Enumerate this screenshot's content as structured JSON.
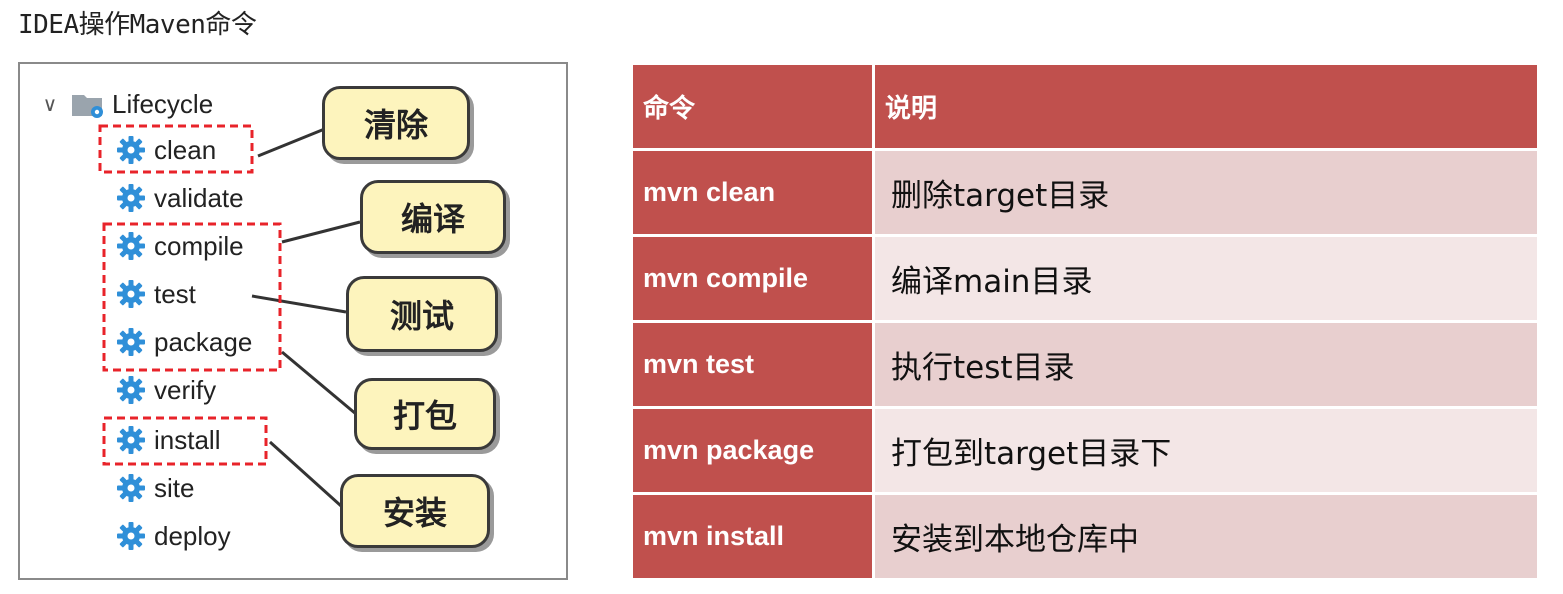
{
  "heading": "IDEA操作Maven命令",
  "lifecycle": {
    "root_label": "Lifecycle",
    "phases": [
      "clean",
      "validate",
      "compile",
      "test",
      "package",
      "verify",
      "install",
      "site",
      "deploy"
    ]
  },
  "callouts": [
    "清除",
    "编译",
    "测试",
    "打包",
    "安装"
  ],
  "table": {
    "headers": [
      "命令",
      "说明"
    ],
    "rows": [
      {
        "command": "mvn clean",
        "description": "删除target目录"
      },
      {
        "command": "mvn compile",
        "description": "编译main目录"
      },
      {
        "command": "mvn test",
        "description": "执行test目录"
      },
      {
        "command": "mvn package",
        "description": "打包到target目录下"
      },
      {
        "command": "mvn install",
        "description": "安装到本地仓库中"
      }
    ]
  },
  "colors": {
    "header_red": "#c0504d",
    "row_dark": "#e8cfcf",
    "row_light": "#f3e6e6",
    "callout_fill": "#fdf4bd",
    "highlight_dash": "#e8232a",
    "gear_blue": "#2f8fd8"
  }
}
